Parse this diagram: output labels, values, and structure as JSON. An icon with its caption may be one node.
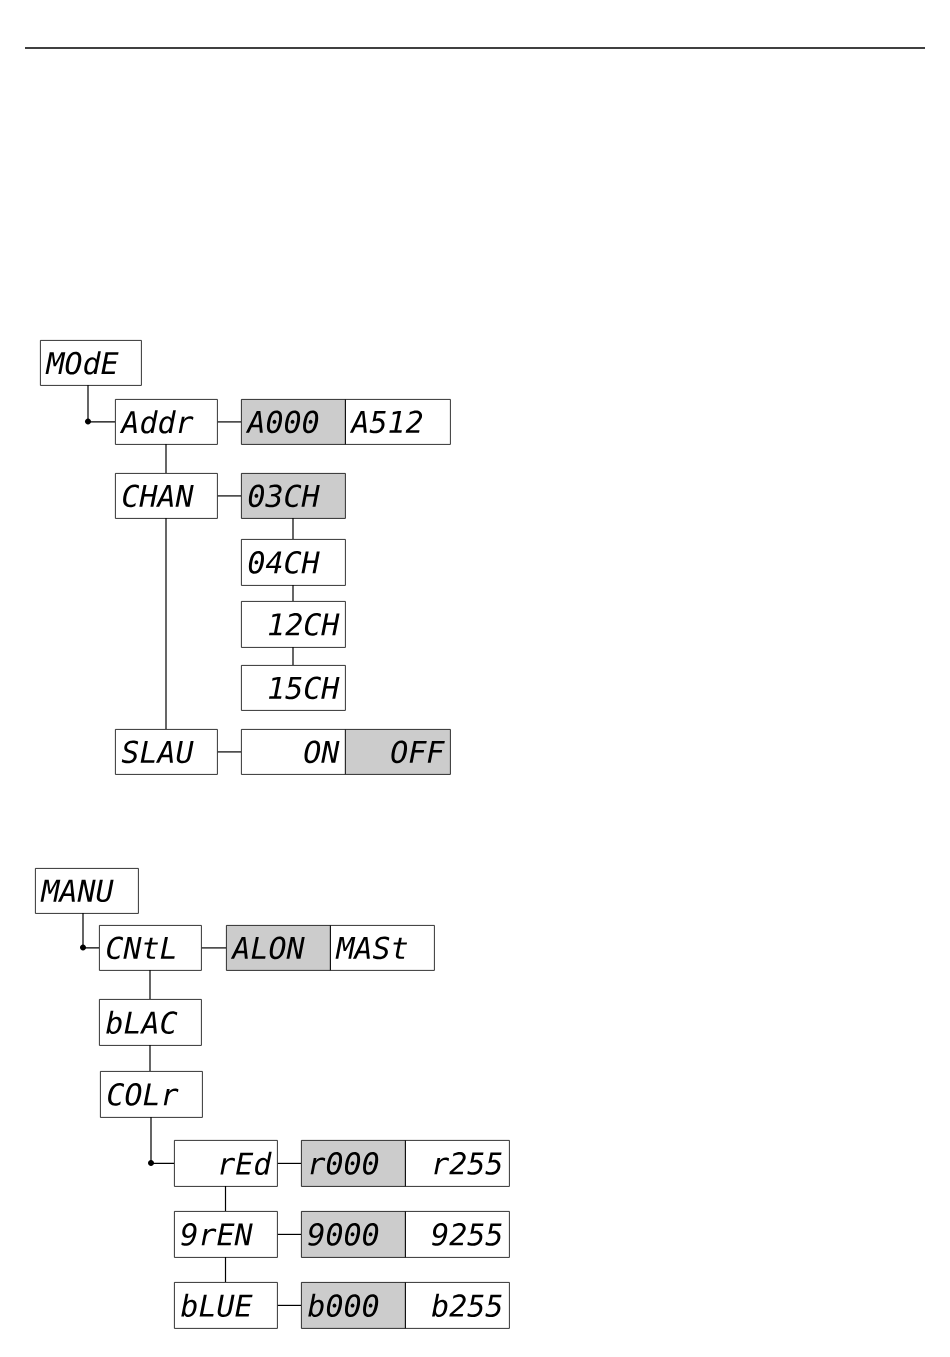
{
  "diagram": {
    "nodes": [
      {
        "text": [
          "MOdE"
        ]
      },
      {
        "text": [
          "Addr"
        ]
      },
      {
        "text": [
          "A000"
        ]
      },
      {
        "text": [
          "A512"
        ]
      },
      {
        "text": [
          "CHAN"
        ]
      },
      {
        "text": [
          "03CH"
        ]
      },
      {
        "text": [
          "04CH"
        ]
      },
      {
        "text": [
          "12CH"
        ]
      },
      {
        "text": [
          "15CH"
        ]
      },
      {
        "text": [
          "SLAU"
        ]
      },
      {
        "text": [
          "ON"
        ]
      },
      {
        "text": [
          "OFF"
        ]
      },
      {
        "text": [
          "MANU"
        ]
      },
      {
        "text": [
          "CNtL"
        ]
      },
      {
        "text": [
          "ALON"
        ]
      },
      {
        "text": [
          "MASt"
        ]
      },
      {
        "text": [
          "bLAC"
        ]
      },
      {
        "text": [
          "COLr"
        ]
      },
      {
        "text": [
          "rEd"
        ]
      },
      {
        "text": [
          "r000"
        ]
      },
      {
        "text": [
          "r255"
        ]
      },
      {
        "text": [
          "9rEN"
        ]
      },
      {
        "text": [
          "9000"
        ]
      },
      {
        "text": [
          "9255"
        ]
      },
      {
        "text": [
          "bLUE"
        ]
      },
      {
        "text": [
          "b000"
        ]
      },
      {
        "text": [
          "b255"
        ]
      }
    ],
    "edges": [
      {
        "from": 0,
        "to": 1,
        "arrow": "none"
      },
      {
        "from": 1,
        "to": 2,
        "arrow": "none"
      },
      {
        "from": 1,
        "to": 4,
        "arrow": "none"
      },
      {
        "from": 4,
        "to": 5,
        "arrow": "none"
      },
      {
        "from": 5,
        "to": 6,
        "arrow": "none"
      },
      {
        "from": 6,
        "to": 7,
        "arrow": "none"
      },
      {
        "from": 7,
        "to": 8,
        "arrow": "none"
      },
      {
        "from": 4,
        "to": 9,
        "arrow": "none"
      },
      {
        "from": 9,
        "to": 10,
        "arrow": "none"
      },
      {
        "from": 12,
        "to": 13,
        "arrow": "none"
      },
      {
        "from": 13,
        "to": 14,
        "arrow": "none"
      },
      {
        "from": 13,
        "to": 16,
        "arrow": "none"
      },
      {
        "from": 16,
        "to": 17,
        "arrow": "none"
      },
      {
        "from": 17,
        "to": 18,
        "arrow": "none"
      },
      {
        "from": 18,
        "to": 19,
        "arrow": "none"
      },
      {
        "from": 18,
        "to": 21,
        "arrow": "none"
      },
      {
        "from": 21,
        "to": 22,
        "arrow": "none"
      },
      {
        "from": 21,
        "to": 24,
        "arrow": "none"
      },
      {
        "from": 24,
        "to": 25,
        "arrow": "none"
      }
    ]
  }
}
